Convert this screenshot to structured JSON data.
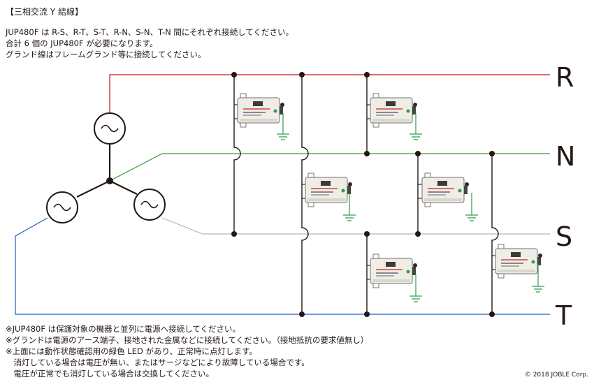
{
  "title": "【三相交流 Y 結線】",
  "intro": [
    "JUP480F は R-S、R-T、S-T、R-N、S-N、T-N 間にそれぞれ接続してください。",
    "合計 6 個の JUP480F が必要になります。",
    "グランド線はフレームグランド等に接続してください。"
  ],
  "notes": [
    "※JUP480F は保護対象の機器と並列に電源へ接続してください。",
    "※グランドは電源のアース端子、接地された金属などに接続してください。（接地抵抗の要求値無し）",
    "※上面には動作状態確認用の緑色 LED があり、正常時に点灯します。",
    "　消灯している場合は電圧が無い、またはサージなどにより故障している場合です。",
    "　電圧が正常でも消灯している場合は交換してください。"
  ],
  "copyright": "© 2018 JOBLE Corp.",
  "lines": [
    {
      "label": "R",
      "color": "#c9161d"
    },
    {
      "label": "N",
      "color": "#3a9b3a"
    },
    {
      "label": "S",
      "color": "#b4b4b4"
    },
    {
      "label": "T",
      "color": "#1f5fbf"
    }
  ],
  "device_name": "JUP480F",
  "device_count": 6,
  "led_color": "#2e9d4a"
}
